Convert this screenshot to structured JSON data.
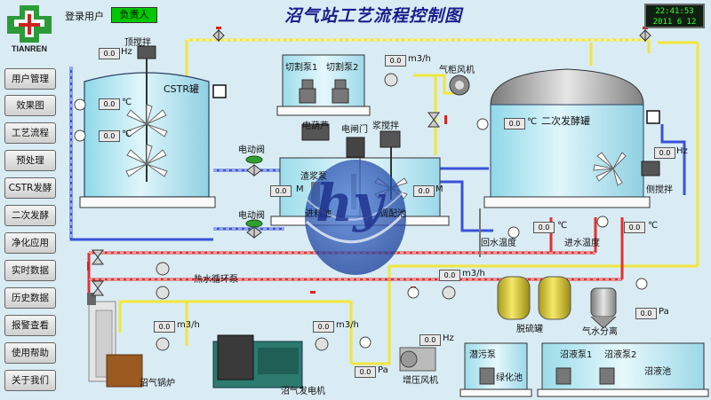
{
  "header": {
    "logo_text": "TIANREN",
    "login_label": "登录用户",
    "login_user": "负责人",
    "title": "沼气站工艺流程控制图",
    "clock_time": "22:41:53",
    "clock_date": "2011 6  12"
  },
  "nav": [
    "用户管理",
    "效果图",
    "工艺流程",
    "预处理",
    "CSTR发酵",
    "二次发酵",
    "净化应用",
    "实时数据",
    "历史数据",
    "报警查看",
    "使用帮助",
    "关于我们"
  ],
  "labels": {
    "top_stir": "顶搅拌",
    "cstr": "CSTR罐",
    "cutter1": "切割泵1",
    "cutter2": "切割泵2",
    "fan": "气柜风机",
    "electric_gourd": "电葫芦",
    "electric_gate": "电闸门",
    "slurry_stir": "浆搅拌",
    "slurry_pump": "渣浆泵",
    "secondary_tank": "二次发酵罐",
    "side_stir": "侧搅拌",
    "e_valve1": "电动阀",
    "e_valve2": "电动阀",
    "feed_pool": "进料池",
    "adjust_pool": "调配池",
    "return_temp": "回水温度",
    "inlet_temp": "进水温度",
    "hot_pump": "热水循环泵",
    "desulfur": "脱硫罐",
    "gas_sep": "气水分离",
    "boiler": "沼气锅炉",
    "generator": "沼气发电机",
    "booster_fan": "增压风机",
    "sewage_pump": "潜污泵",
    "green_pool": "绿化池",
    "pump_a": "沼液泵1",
    "pump_b": "沼液泵2",
    "digestate_pool": "沼液池",
    "watermark": "hy"
  },
  "units": {
    "hz": "Hz",
    "c": "℃",
    "m3h": "m3/h",
    "m": "M",
    "pa": "Pa"
  },
  "values": {
    "zero": "0.0"
  }
}
